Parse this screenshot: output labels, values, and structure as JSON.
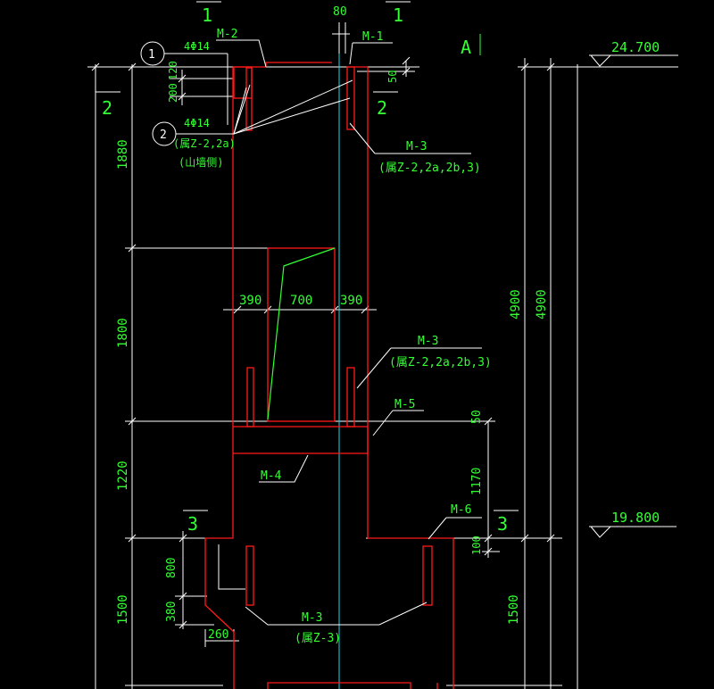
{
  "colors": {
    "background": "#000000",
    "dim": "#ffffff",
    "wall": "#ff1a1a",
    "text": "#33ff33",
    "axis": "#1fd6e6"
  },
  "section_marks": {
    "s1": "1",
    "s2": "2",
    "s3": "3"
  },
  "axis_label": "A",
  "elevations": {
    "top": "24.700",
    "mid": "19.800"
  },
  "members": {
    "m1": "M-1",
    "m2": "M-2",
    "m3": "M-3",
    "m4": "M-4",
    "m5": "M-5",
    "m6": "M-6",
    "note_2_2a_2b_3": "(属Z-2,2a,2b,3)",
    "note_3": "(属Z-3)",
    "note_2_2a": "(属Z-2,2a)",
    "note_wall": "(山墙侧)"
  },
  "rebar": {
    "callout1": "1",
    "callout2": "2",
    "bars1": "4Φ14",
    "bars2": "4Φ14"
  },
  "dims": {
    "d80": "80",
    "d50": "50",
    "d120": "120",
    "d200": "200",
    "d1880": "1880",
    "d1800": "1800",
    "d1220": "1220",
    "d1500": "1500",
    "d4900": "4900",
    "d390": "390",
    "d700": "700",
    "d1170": "1170",
    "d100": "100",
    "d800": "800",
    "d380": "380",
    "d260": "260"
  }
}
